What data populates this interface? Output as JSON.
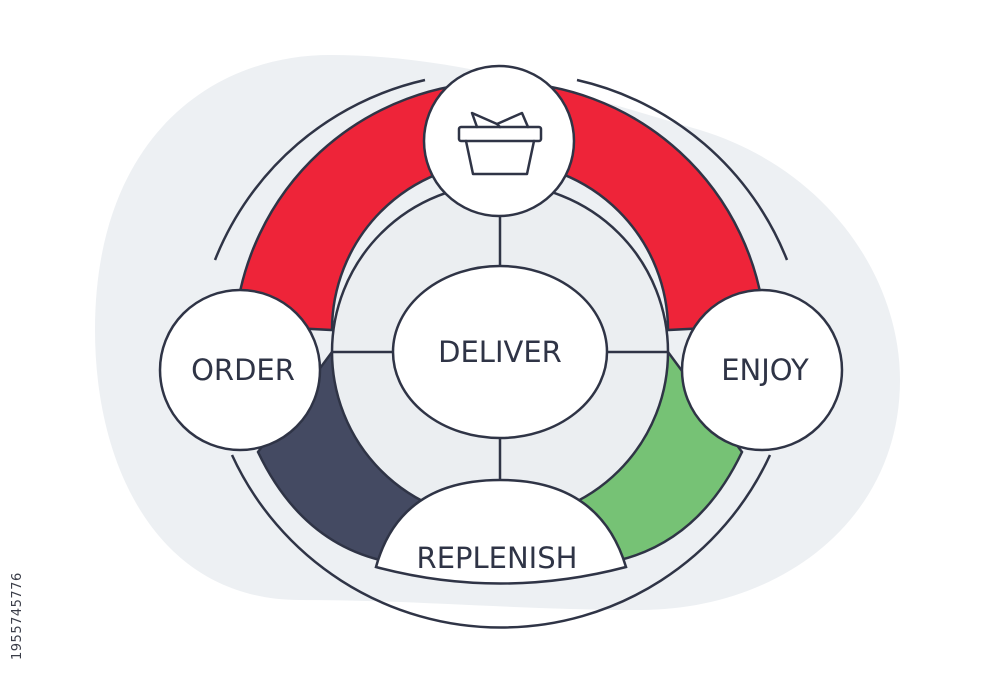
{
  "diagram": {
    "center_label": "DELIVER",
    "stages": {
      "top": {
        "icon": "basket-icon"
      },
      "left": {
        "label": "ORDER"
      },
      "right": {
        "label": "ENJOY"
      },
      "bottom": {
        "label": "REPLENISH"
      }
    }
  },
  "side_id": "1955745776",
  "colors": {
    "red_segment": "#ee2439",
    "dark_segment": "#444a62",
    "green_segment": "#76c275",
    "outline": "#2f3446",
    "inner_fill": "#ebeef1",
    "background_blob": "#edf0f3"
  }
}
